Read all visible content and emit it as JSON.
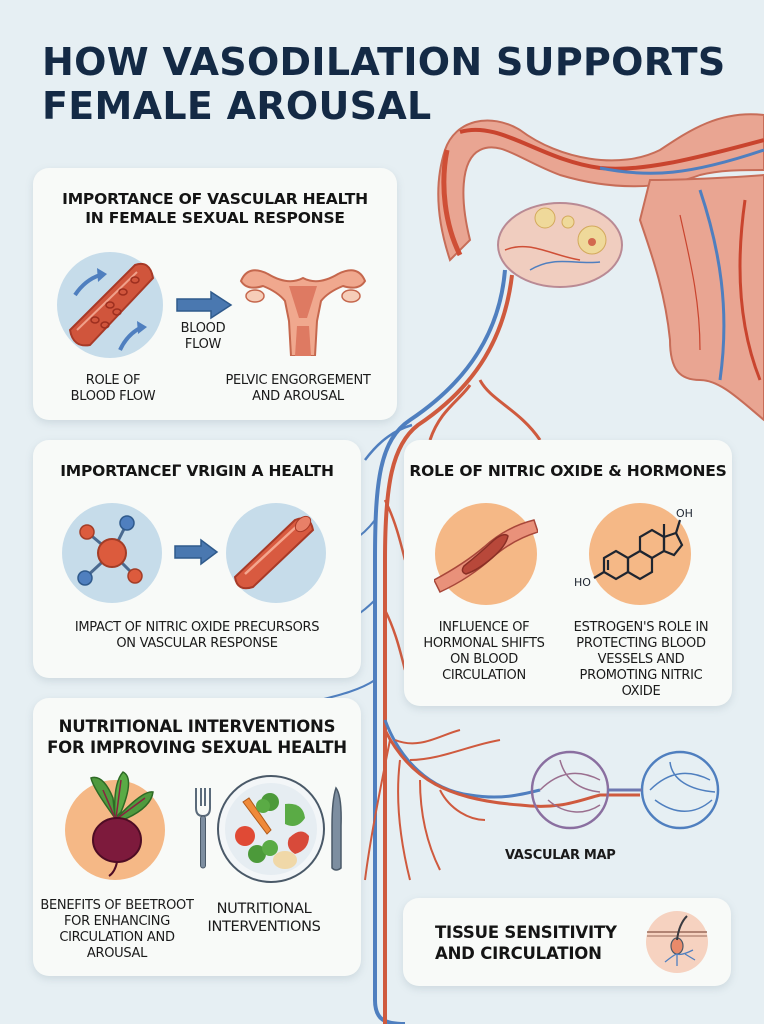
{
  "title": {
    "line1": "HOW VASODILATION SUPPORTS",
    "line2": "FEMALE AROUSAL"
  },
  "colors": {
    "background": "#e6eff3",
    "card": "#f8faf8",
    "title": "#142a45",
    "artery_red": "#cf5a3e",
    "vein_blue": "#4f7fbf",
    "accent_orange": "#f5b886",
    "accent_lightblue": "#c6dcea"
  },
  "sections": {
    "vascular_health": {
      "heading_line1": "IMPORTANCE OF VASCULAR HEALTH",
      "heading_line2": "IN FEMALE SEXUAL RESPONSE",
      "left_caption_line1": "ROLE OF",
      "left_caption_line2": "BLOOD FLOW",
      "arrow_label_line1": "BLOOD",
      "arrow_label_line2": "FLOW",
      "right_caption_line1": "PELVIC ENGORGEMENT",
      "right_caption_line2": "AND AROUSAL",
      "icons": [
        "blood-vessel-icon",
        "arrow-right-icon",
        "uterus-icon"
      ]
    },
    "vrigin_health": {
      "heading": "IMPORTANCEΓ VRIGIN A HEALTH",
      "caption_line1": "IMPACT OF NITRIC OXIDE PRECURSORS",
      "caption_line2": "ON VASCULAR RESPONSE",
      "icons": [
        "molecule-icon",
        "arrow-right-icon",
        "blood-vessel-icon"
      ]
    },
    "nitric_oxide": {
      "heading": "ROLE OF NITRIC OXIDE & HORMONES",
      "left_caption": [
        "INFLUENCE OF",
        "HORMONAL SHIFTS",
        "ON BLOOD",
        "CIRCULATION"
      ],
      "right_caption": [
        "ESTROGEN'S ROLE IN",
        "PROTECTING BLOOD",
        "VESSELS AND",
        "PROMOTING NITRIC",
        "OXIDE"
      ],
      "molecule_labels": {
        "top": "OH",
        "bottom": "HO"
      },
      "icons": [
        "vessel-cross-section-icon",
        "estradiol-molecule-icon"
      ]
    },
    "nutrition": {
      "heading_line1": "NUTRITIONAL INTERVENTIONS",
      "heading_line2": "FOR IMPROVING SEXUAL HEALTH",
      "left_caption": [
        "BENEFITS OF BEETROOT",
        "FOR ENHANCING",
        "CIRCULATION AND",
        "AROUSAL"
      ],
      "right_caption": [
        "NUTRITIONAL",
        "INTERVENTIONS"
      ],
      "icons": [
        "beetroot-icon",
        "fork-icon",
        "vegetable-plate-icon",
        "knife-icon"
      ]
    },
    "vascular_map": {
      "label": "VASCULAR MAP"
    },
    "tissue": {
      "heading_line1": "TISSUE SENSITIVITY",
      "heading_line2": "AND CIRCULATION",
      "icons": [
        "skin-follicle-icon"
      ]
    }
  }
}
